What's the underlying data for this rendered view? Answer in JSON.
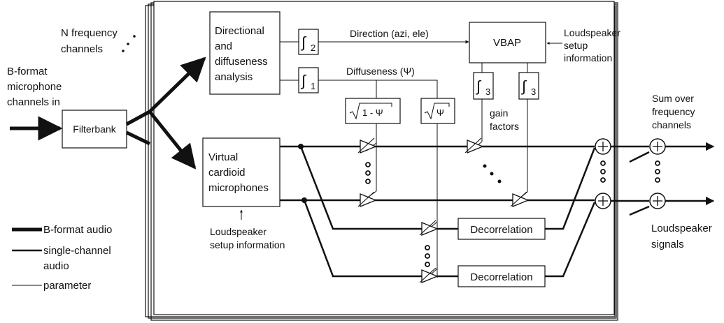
{
  "labels": {
    "n_frequency_channels": [
      "N frequency",
      "channels"
    ],
    "bformat_input": [
      "B-format",
      "microphone",
      "channels in"
    ],
    "filterbank": "Filterbank",
    "directional_analysis": [
      "Directional",
      "and",
      "diffuseness",
      "analysis"
    ],
    "virtual_cardioid": [
      "Virtual",
      "cardioid",
      "microphones"
    ],
    "integrator_sign": "∫",
    "integrator_1": "1",
    "integrator_2": "2",
    "integrator_3": "3",
    "direction": "Direction (azi, ele)",
    "diffuseness": "Diffuseness (Ψ)",
    "vbap": "VBAP",
    "loudspeaker_setup_top": [
      "Loudspeaker",
      "setup",
      "information"
    ],
    "sqrt_one_minus_psi": "1 - Ψ",
    "sqrt_psi": "Ψ",
    "gain_factors": [
      "gain",
      "factors"
    ],
    "sum_over": [
      "Sum over",
      "frequency",
      "channels"
    ],
    "decorrelation_1": "Decorrelation",
    "decorrelation_2": "Decorrelation",
    "loudspeaker_setup_bottom": [
      "Loudspeaker",
      "setup information"
    ],
    "loudspeaker_signals": [
      "Loudspeaker",
      "signals"
    ]
  },
  "legend": [
    {
      "style": "b-format",
      "label": [
        "B-format audio"
      ]
    },
    {
      "style": "single-channel",
      "label": [
        "single-channel",
        "audio"
      ]
    },
    {
      "style": "parameter",
      "label": [
        "parameter"
      ]
    }
  ]
}
